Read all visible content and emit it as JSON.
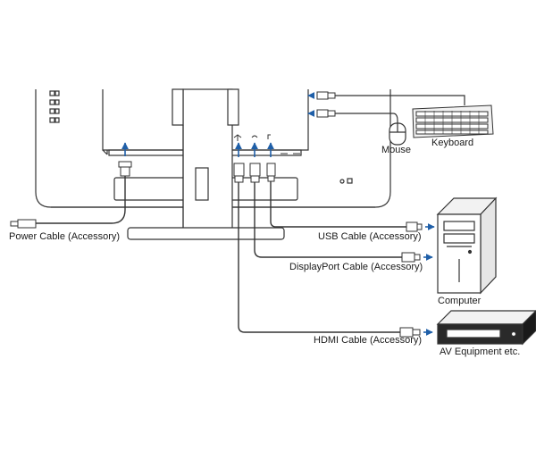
{
  "labels": {
    "power_cable": "Power Cable (Accessory)",
    "usb_cable": "USB Cable (Accessory)",
    "displayport_cable": "DisplayPort Cable (Accessory)",
    "hdmi_cable": "HDMI Cable (Accessory)",
    "mouse": "Mouse",
    "keyboard": "Keyboard",
    "computer": "Computer",
    "av_equipment": "AV Equipment etc."
  },
  "colors": {
    "line": "#333333",
    "arrow": "#1f5fa8",
    "fill_light": "#f2f2f2",
    "fill_dark": "#2a2a2a"
  }
}
